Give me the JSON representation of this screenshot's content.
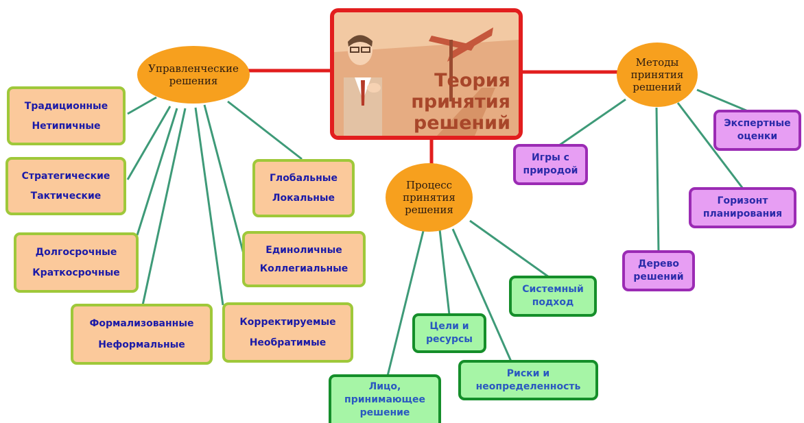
{
  "diagram": {
    "center": {
      "title": "Теория\nпринятия\nрешений"
    },
    "hubs": {
      "management": "Управленческие решения",
      "methods": "Методы принятия решений",
      "process": "Процесс принятия решения"
    },
    "management_pairs": [
      {
        "top": "Традиционные",
        "bottom": "Нетипичные"
      },
      {
        "top": "Стратегические",
        "bottom": "Тактические"
      },
      {
        "top": "Долгосрочные",
        "bottom": "Краткосрочные"
      },
      {
        "top": "Формализованные",
        "bottom": "Неформальные"
      },
      {
        "top": "Корректируемые",
        "bottom": "Необратимые"
      },
      {
        "top": "Единоличные",
        "bottom": "Коллегиальные"
      },
      {
        "top": "Глобальные",
        "bottom": "Локальные"
      }
    ],
    "methods": [
      "Экспертные\nоценки",
      "Игры с\nприродой",
      "Горизонт\nпланирования",
      "Дерево\nрешений"
    ],
    "process": [
      "Системный\nподход",
      "Цели и\nресурсы",
      "Риски и\nнеопределенность",
      "Лицо,\nпринимающее\nрешение"
    ],
    "colors": {
      "hub": "#f7a01e",
      "center_border": "#e21e1e",
      "connector_red": "#e21e1e",
      "connector_green": "#3e9a78",
      "tan_fill": "#fbc99b",
      "tan_border": "#9fc83a",
      "purple_fill": "#e79ef3",
      "purple_border": "#9b2bb4",
      "green_fill": "#a6f5a6",
      "green_border": "#158e2a"
    }
  }
}
